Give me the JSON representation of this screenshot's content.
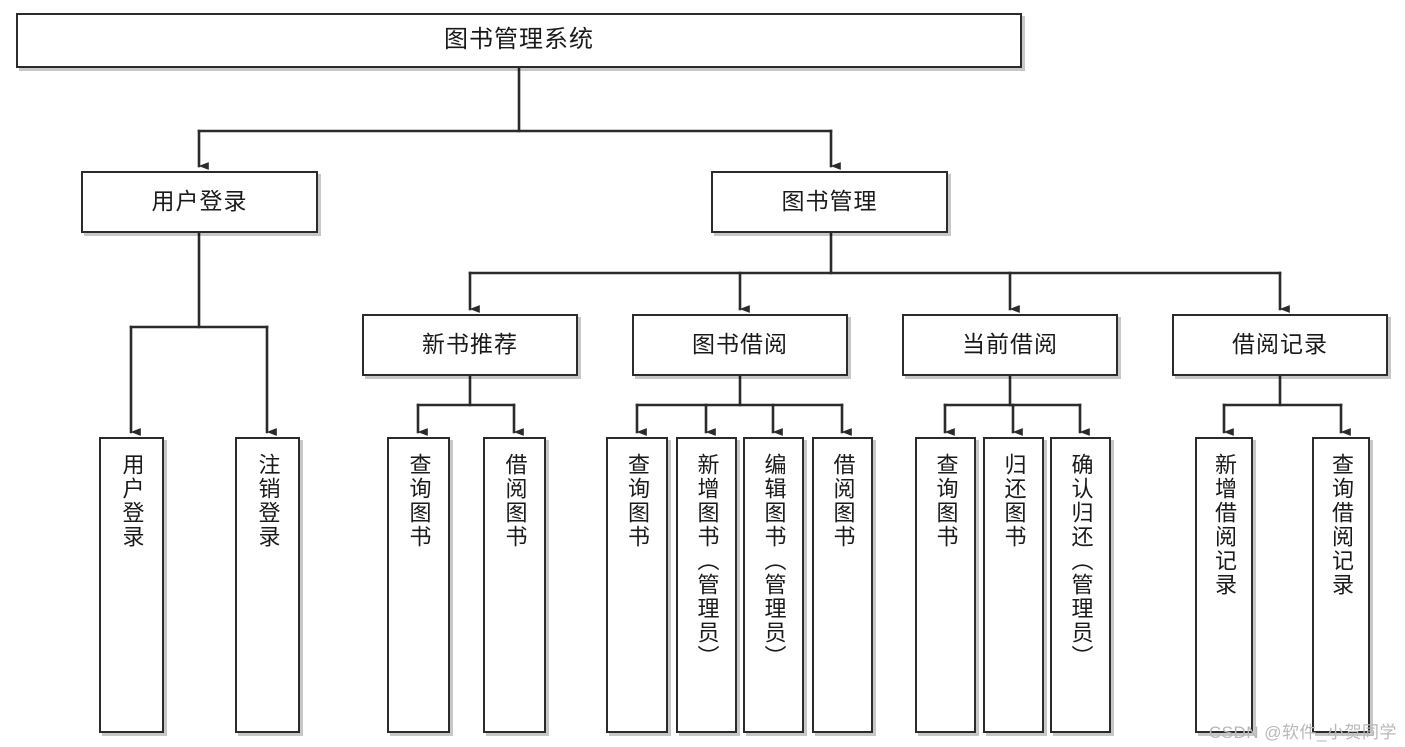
{
  "diagram": {
    "title": "图书管理系统",
    "type": "tree-functional-structure",
    "watermark": "CSDN @软件_小贺同学",
    "colors": {
      "border": "#2b2b2b",
      "background": "#ffffff",
      "text": "#1a1a1a",
      "connector": "#2b2b2b",
      "watermark": "#b8b8b8"
    }
  },
  "nodes": {
    "root": {
      "label": "图书管理系统"
    },
    "level1": [
      {
        "id": "user-login",
        "label": "用户登录"
      },
      {
        "id": "book-manage",
        "label": "图书管理"
      }
    ],
    "level2": [
      {
        "id": "new-book-recommend",
        "label": "新书推荐"
      },
      {
        "id": "book-borrow",
        "label": "图书借阅"
      },
      {
        "id": "current-borrow",
        "label": "当前借阅"
      },
      {
        "id": "borrow-record",
        "label": "借阅记录"
      }
    ],
    "leaves": {
      "user_login": [
        {
          "id": "leaf-user-login",
          "label": "用户登录"
        },
        {
          "id": "leaf-logout-login",
          "label": "注销登录"
        }
      ],
      "new_book_recommend": [
        {
          "id": "leaf-query-book-1",
          "label": "查询图书"
        },
        {
          "id": "leaf-borrow-book-1",
          "label": "借阅图书"
        }
      ],
      "book_borrow": [
        {
          "id": "leaf-query-book-2",
          "label": "查询图书"
        },
        {
          "id": "leaf-add-book",
          "label": "新增图书（管理员）"
        },
        {
          "id": "leaf-edit-book",
          "label": "编辑图书（管理员）"
        },
        {
          "id": "leaf-borrow-book-2",
          "label": "借阅图书"
        }
      ],
      "current_borrow": [
        {
          "id": "leaf-query-book-3",
          "label": "查询图书"
        },
        {
          "id": "leaf-return-book",
          "label": "归还图书"
        },
        {
          "id": "leaf-confirm-return",
          "label": "确认归还（管理员）"
        }
      ],
      "borrow_record": [
        {
          "id": "leaf-add-record",
          "label": "新增借阅记录"
        },
        {
          "id": "leaf-query-record",
          "label": "查询借阅记录"
        }
      ]
    }
  }
}
